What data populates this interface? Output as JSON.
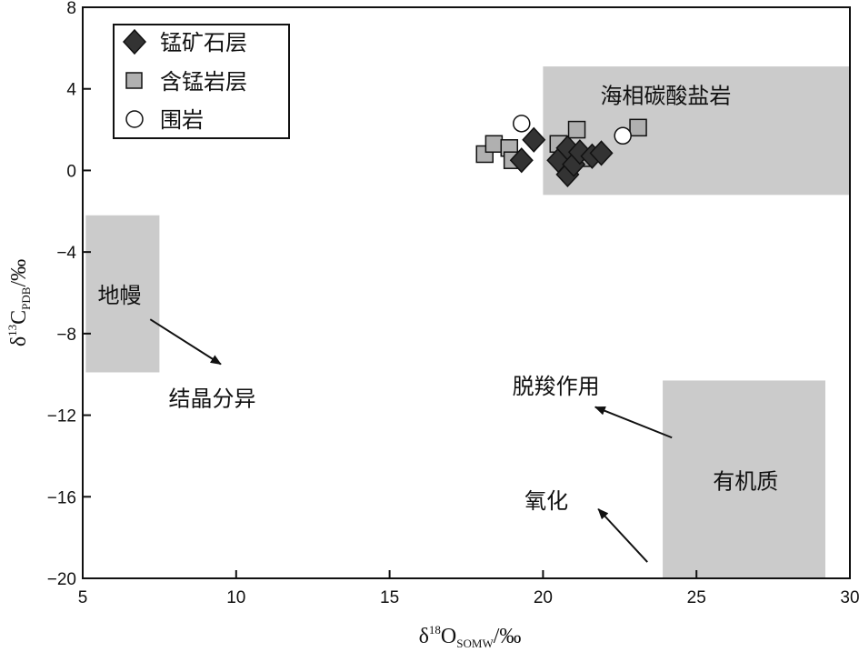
{
  "chart_data": {
    "type": "scatter",
    "xlabel": "δ18OSOMW/‰",
    "xlabel_parts": {
      "main": "δ",
      "sup": "18",
      "base": "O",
      "sub": "SOMW",
      "unit": "/‰"
    },
    "ylabel": "δ13CPDB/‰",
    "ylabel_parts": {
      "main": "δ",
      "sup": "13",
      "base": "C",
      "sub": "PDB",
      "unit": "/‰"
    },
    "xlim": [
      5,
      30
    ],
    "ylim": [
      -20,
      8
    ],
    "xticks": [
      5,
      10,
      15,
      20,
      25,
      30
    ],
    "yticks": [
      8,
      4,
      0,
      -4,
      -8,
      -12,
      -16,
      -20
    ],
    "ytick_labels": [
      "8",
      "4",
      "0",
      "−4",
      "−8",
      "−12",
      "−16",
      "−20"
    ],
    "grid": false,
    "legend_position": "top-left",
    "series": [
      {
        "name": "锰矿石层",
        "marker": "diamond",
        "color": "#333333",
        "points": [
          [
            19.3,
            0.5
          ],
          [
            19.7,
            1.5
          ],
          [
            20.5,
            0.5
          ],
          [
            20.8,
            1.1
          ],
          [
            20.8,
            -0.2
          ],
          [
            21.0,
            0.3
          ],
          [
            21.2,
            0.9
          ],
          [
            21.6,
            0.7
          ],
          [
            21.9,
            0.85
          ]
        ]
      },
      {
        "name": "含锰岩层",
        "marker": "square",
        "color": "#b0b0b0",
        "points": [
          [
            18.1,
            0.8
          ],
          [
            18.4,
            1.3
          ],
          [
            18.9,
            1.1
          ],
          [
            19.0,
            0.5
          ],
          [
            20.5,
            1.3
          ],
          [
            21.1,
            2.0
          ],
          [
            21.3,
            0.6
          ],
          [
            23.1,
            2.1
          ]
        ]
      },
      {
        "name": "围岩",
        "marker": "circle",
        "color": "#ffffff",
        "points": [
          [
            19.3,
            2.3
          ],
          [
            22.6,
            1.7
          ]
        ]
      }
    ],
    "regions": [
      {
        "name": "海相碳酸盐岩",
        "x": [
          20,
          30
        ],
        "y": [
          -1.2,
          5.1
        ],
        "label_at": [
          24.0,
          3.7
        ]
      },
      {
        "name": "地幔",
        "x": [
          5.1,
          7.5
        ],
        "y": [
          -9.9,
          -2.2
        ],
        "label_at": [
          6.2,
          -6.1
        ]
      },
      {
        "name": "有机质",
        "x": [
          23.9,
          29.2
        ],
        "y": [
          -20,
          -10.3
        ],
        "label_at": [
          26.6,
          -15.2
        ]
      }
    ],
    "annotations": [
      {
        "text": "结晶分异",
        "at": [
          7.8,
          -11.2
        ],
        "anchor": "start"
      },
      {
        "text": "脱羧作用",
        "at": [
          19.0,
          -10.6
        ],
        "anchor": "start"
      },
      {
        "text": "氧化",
        "at": [
          19.4,
          -16.2
        ],
        "anchor": "start"
      }
    ],
    "arrows": [
      {
        "from": [
          7.2,
          -7.3
        ],
        "to": [
          9.5,
          -9.5
        ]
      },
      {
        "from": [
          24.2,
          -13.1
        ],
        "to": [
          21.7,
          -11.6
        ]
      },
      {
        "from": [
          23.4,
          -19.2
        ],
        "to": [
          21.8,
          -16.6
        ]
      }
    ]
  }
}
